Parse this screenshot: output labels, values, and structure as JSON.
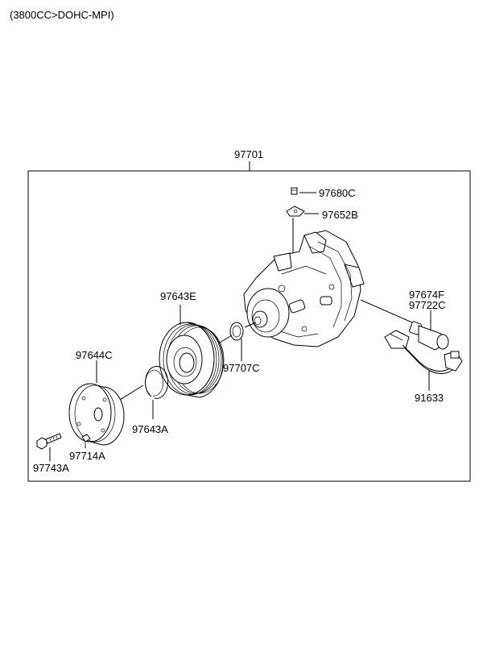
{
  "header": {
    "engine_spec": "(3800CC>DOHC-MPI)"
  },
  "assembly": {
    "part_no": "97701"
  },
  "parts": [
    {
      "id": "97680C",
      "label": "97680C"
    },
    {
      "id": "97652B",
      "label": "97652B"
    },
    {
      "id": "97674F",
      "label": "97674F"
    },
    {
      "id": "97722C",
      "label": "97722C"
    },
    {
      "id": "97643E",
      "label": "97643E"
    },
    {
      "id": "97707C",
      "label": "97707C"
    },
    {
      "id": "97644C",
      "label": "97644C"
    },
    {
      "id": "97643A",
      "label": "97643A"
    },
    {
      "id": "91633",
      "label": "91633"
    },
    {
      "id": "97714A",
      "label": "97714A"
    },
    {
      "id": "97743A",
      "label": "97743A"
    }
  ]
}
